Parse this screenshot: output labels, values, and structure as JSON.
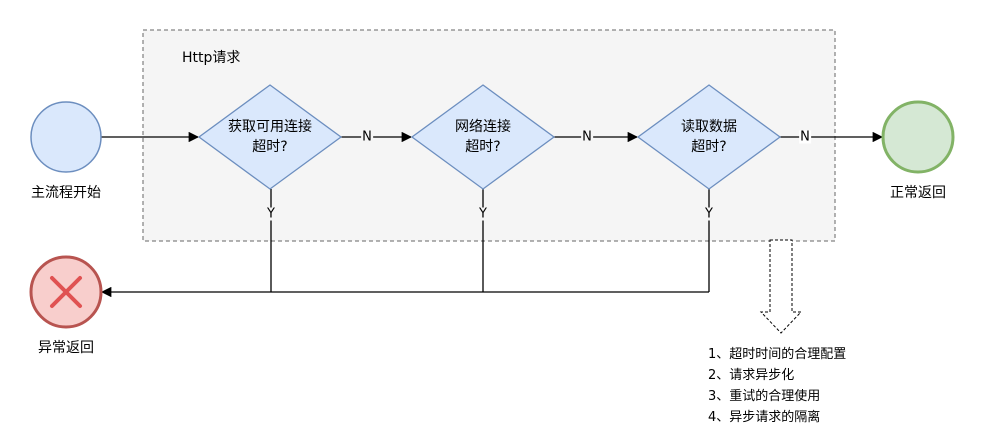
{
  "group": {
    "title": "Http请求"
  },
  "nodes": {
    "start": "主流程开始",
    "normal_end": "正常返回",
    "error_end": "异常返回"
  },
  "decisions": [
    {
      "line1": "获取可用连接",
      "line2": "超时?"
    },
    {
      "line1": "网络连接",
      "line2": "超时?"
    },
    {
      "line1": "读取数据",
      "line2": "超时?"
    }
  ],
  "edge_labels": {
    "no": "N",
    "yes": "Y"
  },
  "notes": [
    "1、超时时间的合理配置",
    "2、请求异步化",
    "3、重试的合理使用",
    "4、异步请求的隔离"
  ],
  "colors": {
    "start_fill": "#dae8fc",
    "start_stroke": "#6c8ebf",
    "diamond_fill": "#dae8fc",
    "diamond_stroke": "#6c8ebf",
    "end_fill": "#d5e8d4",
    "end_stroke": "#82b366",
    "error_fill": "#f8cecc",
    "error_stroke": "#b85450",
    "error_cross": "#e05252",
    "group_fill": "#f5f5f5",
    "group_stroke": "#666666"
  }
}
